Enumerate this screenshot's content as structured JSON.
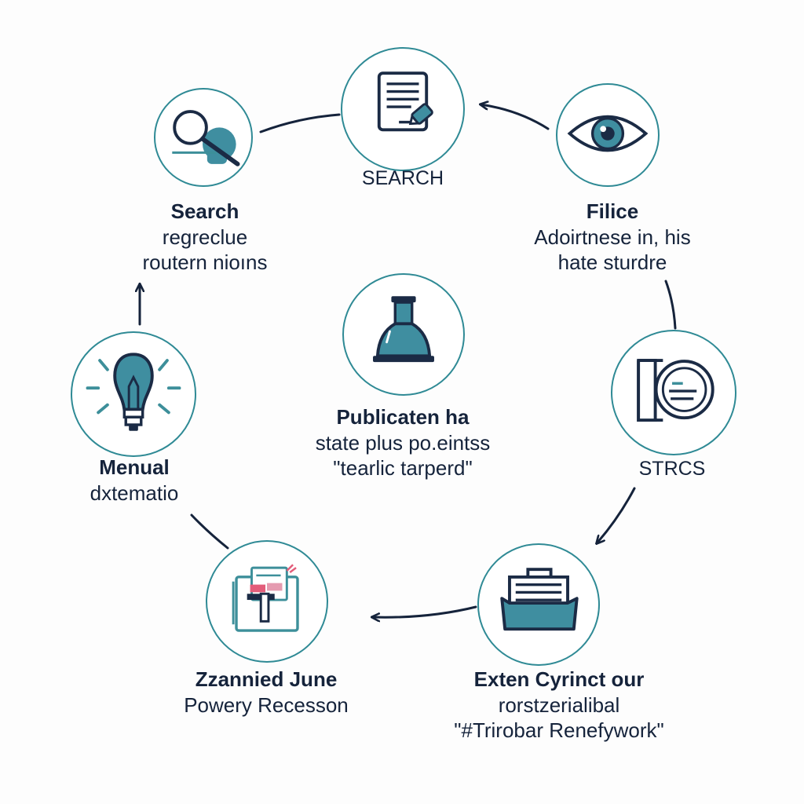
{
  "colors": {
    "stroke": "#1b2b45",
    "teal": "#3d8f9a",
    "teal_fill": "#3f8ea0",
    "ring": "#2f8a95",
    "arrow": "#15233b",
    "text": "#15233b"
  },
  "nodes": [
    {
      "id": "search",
      "icon": "magnifier-icon"
    },
    {
      "id": "document",
      "icon": "document-pen-icon"
    },
    {
      "id": "eye",
      "icon": "eye-icon"
    },
    {
      "id": "scan",
      "icon": "scan-card-icon"
    },
    {
      "id": "folder",
      "icon": "file-folder-icon"
    },
    {
      "id": "files",
      "icon": "files-stack-icon"
    },
    {
      "id": "bulb",
      "icon": "lightbulb-icon"
    },
    {
      "id": "center",
      "icon": "flask-icon"
    }
  ],
  "labels": {
    "document": {
      "lines": [
        "SEARCH"
      ]
    },
    "search": {
      "title": "Search",
      "lines": [
        "regreclue",
        "routern nioıns"
      ]
    },
    "eye": {
      "title": "Filice",
      "lines": [
        "Adoirtnese in, his",
        "hate sturdre"
      ]
    },
    "scan": {
      "lines": [
        "STRCS"
      ]
    },
    "center": {
      "title": "Publicaten ha",
      "lines": [
        "state plus po.eintss",
        "\"tearlic tarperd\""
      ]
    },
    "bulb": {
      "title": "Menual",
      "lines": [
        "dxtematio"
      ]
    },
    "files": {
      "title": "Zzannied June",
      "lines": [
        "Powery Recesson"
      ]
    },
    "folder": {
      "title": "Exten Cyrinct our",
      "lines": [
        "rorstzerialibal",
        "\"#Trirobar Renefywork\""
      ]
    }
  }
}
